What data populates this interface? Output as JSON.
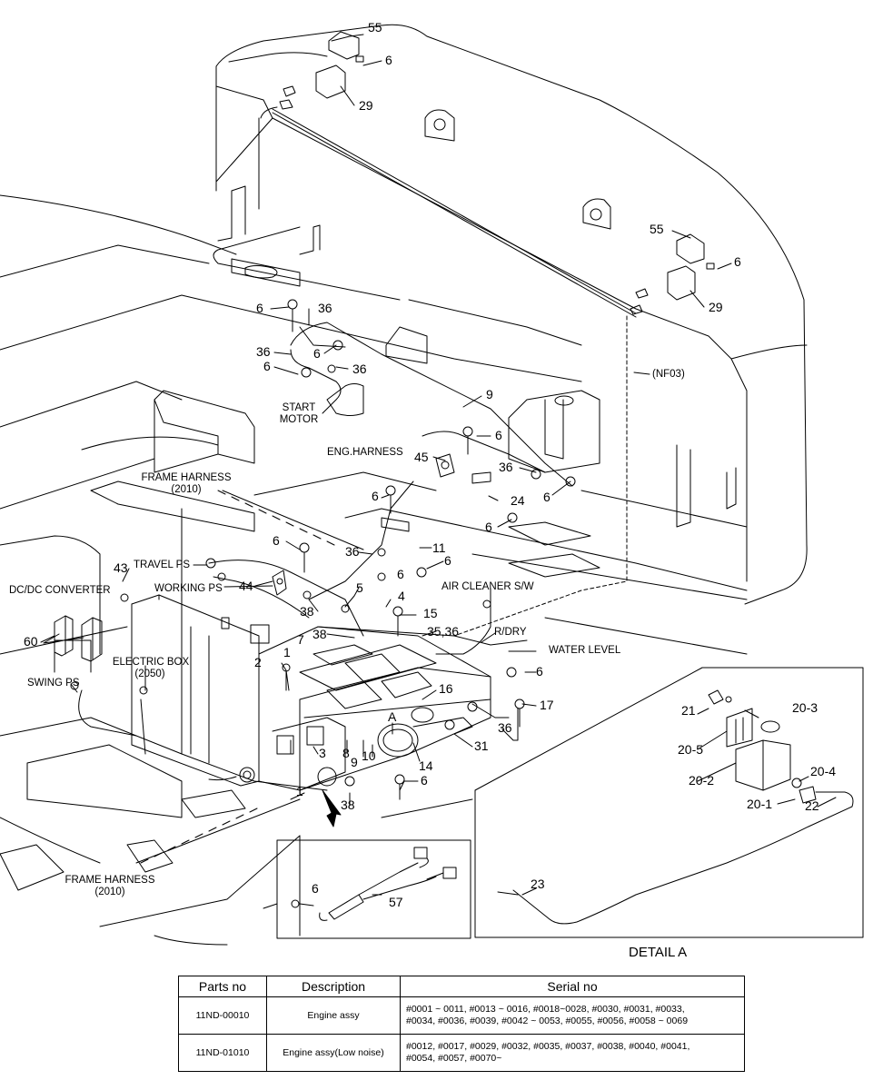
{
  "callouts": {
    "n55_top": "55",
    "n6_top": "6",
    "n29_top": "29",
    "n55_right": "55",
    "n6_right": "6",
    "n29_right": "29",
    "nf03": "(NF03)",
    "n6_a": "6",
    "n36_a": "36",
    "n36_b": "36",
    "n6_b": "6",
    "n6_c": "6",
    "n36_c": "36",
    "start_motor_1": "START",
    "start_motor_2": "MOTOR",
    "n9_a": "9",
    "n6_d": "6",
    "eng_harness": "ENG.HARNESS",
    "n45": "45",
    "n36_d": "36",
    "n6_e": "6",
    "frame_harness_top_1": "FRAME HARNESS",
    "frame_harness_top_2": "(2010)",
    "n6_f": "6",
    "n24": "24",
    "n6_g": "6",
    "n6_h": "6",
    "n36_e": "36",
    "n11": "11",
    "n6_i": "6",
    "n43": "43",
    "travel_ps": "TRAVEL PS",
    "n6_j": "6",
    "air_cleaner": "AIR CLEANER S/W",
    "dcdc": "DC/DC CONVERTER",
    "working_ps": "WORKING PS",
    "n44": "44",
    "n5": "5",
    "n4": "4",
    "n38_a": "38",
    "n15": "15",
    "n60": "60",
    "n7": "7",
    "n38_b": "38",
    "n35_36": "35,36",
    "r_dry": "R/DRY",
    "water_level": "WATER LEVEL",
    "electric_box_1": "ELECTRIC BOX",
    "electric_box_2": "(2050)",
    "n2": "2",
    "n1_a": "1",
    "n6_k": "6",
    "swing_ps": "SWING PS",
    "n16": "16",
    "n17": "17",
    "n_a": "A",
    "n14": "14",
    "n31": "31",
    "n36_f": "36",
    "n8": "8",
    "n9_b": "9",
    "n10": "10",
    "n3": "3",
    "n6_l": "6",
    "n38_c": "38",
    "n1_b": "1",
    "frame_harness_bot_1": "FRAME HARNESS",
    "frame_harness_bot_2": "(2010)",
    "n6_inset": "6",
    "n57": "57",
    "n21": "21",
    "n20_3": "20-3",
    "n20_5": "20-5",
    "n20_2": "20-2",
    "n20_4": "20-4",
    "n20_1": "20-1",
    "n22": "22",
    "n23": "23"
  },
  "detail_title": "DETAIL  A",
  "table": {
    "headers": [
      "Parts no",
      "Description",
      "Serial no"
    ],
    "rows": [
      {
        "part_no": "11ND-00010",
        "description": "Engine assy",
        "serial_1": "#0001 ~ 0011, #0013 ~ 0016, #0018~0028, #0030, #0031, #0033,",
        "serial_2": "#0034, #0036, #0039, #0042 ~ 0053, #0055, #0056, #0058 ~ 0069"
      },
      {
        "part_no": "11ND-01010",
        "description": "Engine assy(Low noise)",
        "serial_1": "#0012, #0017, #0029, #0032, #0035, #0037, #0038, #0040, #0041,",
        "serial_2": "#0054, #0057, #0070~"
      }
    ]
  }
}
